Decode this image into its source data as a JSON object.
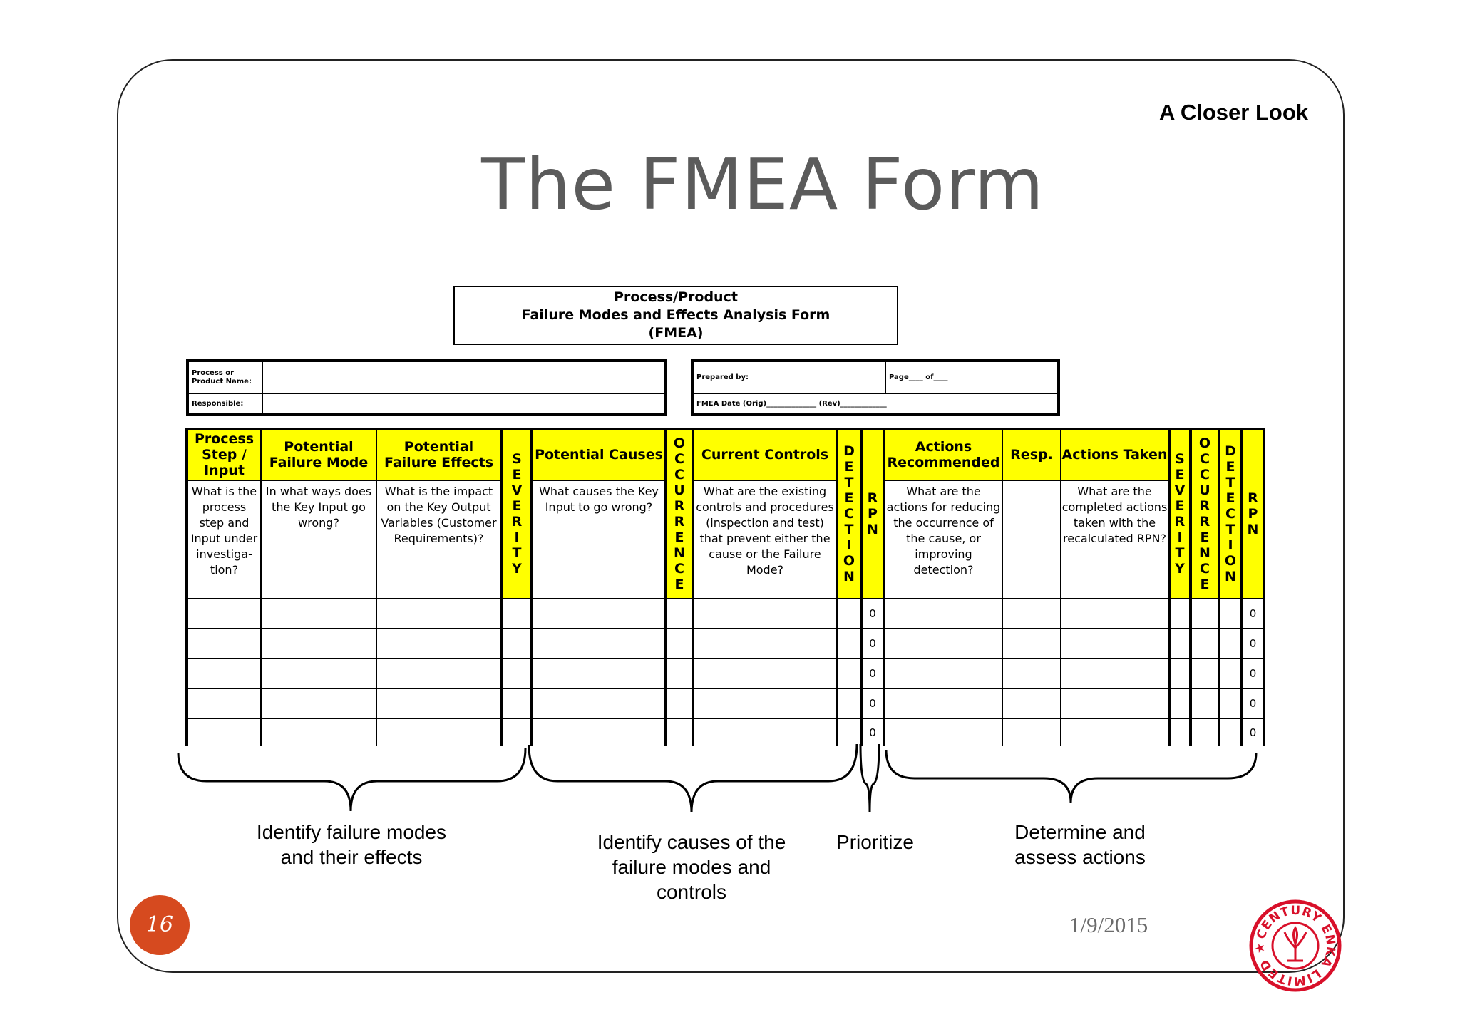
{
  "slide": {
    "header_label": "A Closer Look",
    "title": "The FMEA Form",
    "page_number": "16",
    "date": "1/9/2015"
  },
  "form": {
    "title_lines": [
      "Process/Product",
      "Failure Modes and Effects Analysis Form",
      "(FMEA)"
    ],
    "process_name_label": "Process or Product Name:",
    "responsible_label": "Responsible:",
    "prepared_by_label": "Prepared by:",
    "page_label": "Page____ of____",
    "fmea_date_label": "FMEA Date (Orig)______________ (Rev)_____________"
  },
  "columns": [
    {
      "header": "Process Step / Input",
      "desc": "What is the process step and Input under investiga-tion?"
    },
    {
      "header": "Potential Failure Mode",
      "desc": "In what ways does the Key Input go wrong?"
    },
    {
      "header": "Potential Failure Effects",
      "desc": "What is the impact on the Key Output Variables (Customer Requirements)?"
    },
    {
      "header": "SEVERITY",
      "vertical": true
    },
    {
      "header": "Potential Causes",
      "desc": "What causes the Key Input to go wrong?"
    },
    {
      "header": "OCCURRENCE",
      "vertical": true
    },
    {
      "header": "Current Controls",
      "desc": "What are the existing controls and procedures (inspection and test) that prevent either the cause or the Failure Mode?"
    },
    {
      "header": "DETECTION",
      "vertical": true
    },
    {
      "header": "RPN",
      "vertical": true
    },
    {
      "header": "Actions Recommended",
      "desc": "What are the actions for reducing the occurrence of the cause, or improving detection?"
    },
    {
      "header": "Resp.",
      "desc": ""
    },
    {
      "header": "Actions Taken",
      "desc": "What are the completed actions taken with the recalculated RPN?"
    },
    {
      "header": "SEVERITY",
      "vertical": true
    },
    {
      "header": "OCCURRENCE",
      "vertical": true
    },
    {
      "header": "DETECTION",
      "vertical": true
    },
    {
      "header": "RPN",
      "vertical": true
    }
  ],
  "rpn_values": [
    "0",
    "0",
    "0",
    "0",
    "0"
  ],
  "brace_labels": {
    "identify_failures": "Identify failure modes and their effects",
    "identify_causes": "Identify causes of the failure modes and controls",
    "prioritize": "Prioritize",
    "determine_actions": "Determine and assess actions"
  },
  "colors": {
    "highlight": "#ffff00",
    "title_gray": "#5b5b5b",
    "page_badge": "#d64a1f",
    "seal_red": "#d8102a"
  },
  "seal_text": "CENTURY ENKA LIMITED"
}
